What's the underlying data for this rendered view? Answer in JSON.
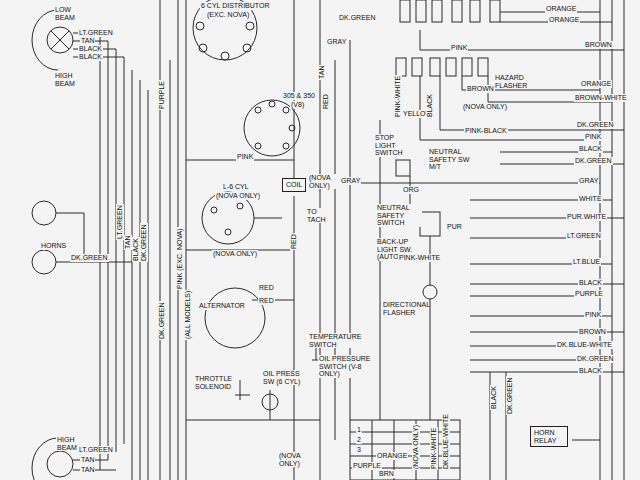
{
  "diagram": {
    "nodes": [
      {
        "text": [
          "COIL"
        ]
      },
      {
        "text": [
          "HORN RELAY"
        ]
      }
    ],
    "labels": [
      "LOW BEAM",
      "HIGH BEAM",
      "LT.GREEN",
      "TAN",
      "BLACK",
      "BLACK",
      "6 CYL DISTRIBUTOR",
      "(EXC. NOVA)",
      "305 & 350",
      "(V8)",
      "PINK",
      "L-6 CYL",
      "(NOVA ONLY)",
      "(NOVA ONLY)",
      "TO TACH",
      "(NOVA ONLY)",
      "ALTERNATOR",
      "RED",
      "RED",
      "THROTTLE SOLENOID",
      "TEMPERATURE SWITCH",
      "OIL PRESSURE SWITCH (V-8 ONLY)",
      "OIL PRESS SW (6 CYL)",
      "(NOVA ONLY)",
      "HORNS",
      "DK.GREEN",
      "HIGH BEAM",
      "LT.GREEN",
      "TAN",
      "TAN",
      "LT.GREEN",
      "TAN",
      "BLACK",
      "DK.GREEN",
      "PURPLE",
      "PINK (EXC. NOVA)",
      "(ALL MODELS)",
      "DK.GREEN",
      "DK.GREEN",
      "GRAY",
      "TAN",
      "ORANGE",
      "ORANGE",
      "BROWN",
      "PINK",
      "HAZARD FLASHER",
      "BROWN",
      "ORANGE",
      "BROWN-WHITE",
      "(NOVA ONLY)",
      "PINK-WHITE",
      "YELLOW",
      "BLACK",
      "PINK-BLACK",
      "DK.GREEN",
      "PINK",
      "BLACK",
      "DK.GREEN",
      "STOP LIGHT SWITCH",
      "NEUTRAL SAFETY SW M/T",
      "GRAY",
      "ORG",
      "GRAY",
      "WHITE",
      "NEUTRAL SAFETY SWITCH",
      "BACK-UP LIGHT SW. (AUTO)",
      "PUR",
      "PUR.WHITE",
      "LT.GREEN",
      "PINK-WHITE",
      "DIRECTIONAL FLASHER",
      "LT.BLUE",
      "BLACK",
      "PURPLE",
      "PINK",
      "BROWN",
      "DK.BLUE-WHITE",
      "DK.GREEN",
      "BLACK",
      "RED",
      "RED",
      "BLACK",
      "DK.GREEN",
      "PINK-WHITE",
      "DK.BLUE-WHITE",
      "ORANGE",
      "PURPLE",
      "BRN",
      "1",
      "2",
      "3",
      "(NOVA ONLY)"
    ]
  }
}
